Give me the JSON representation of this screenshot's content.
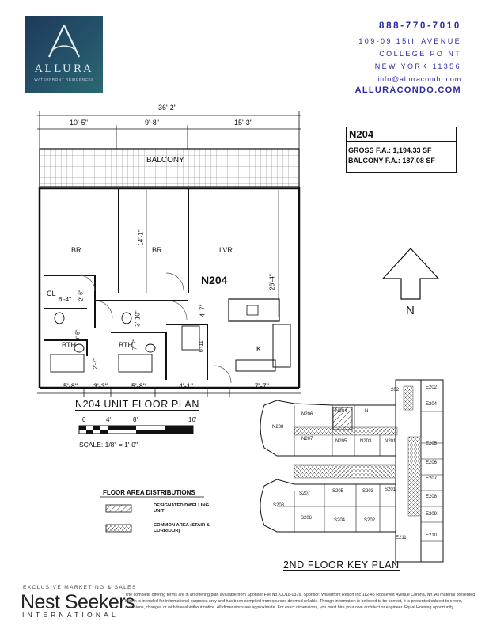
{
  "brand": {
    "name": "ALLURA",
    "tagline": "WATERFRONT RESIDENCES"
  },
  "contact": {
    "phone": "888-770-7010",
    "address_line1": "109-09 15th AVENUE",
    "address_line2": "COLLEGE POINT",
    "address_line3": "NEW YORK 11356",
    "email": "info@alluracondo.com",
    "website": "ALLURACONDO.COM"
  },
  "unit_info": {
    "unit": "N204",
    "gross": "GROSS F.A.: 1,194.33 SF",
    "balcony": "BALCONY F.A.: 187.08 SF"
  },
  "plan": {
    "overall_dim": "36'-2\"",
    "top_dims": [
      "10'-5\"",
      "9'-8\"",
      "15'-3\""
    ],
    "bottom_dims": [
      "5'-8\"",
      "3'-3\"",
      "5'-8\"",
      "4'-1\"",
      "7'-7\""
    ],
    "balcony_label": "BALCONY",
    "rooms": [
      "BR",
      "BR",
      "LVR",
      "CL",
      "BTH",
      "BTH",
      "K"
    ],
    "unit_label": "N204",
    "inner_dims": [
      "14'-1\"",
      "26'-4\"",
      "6'-4\"",
      "2'-6\"",
      "9'-5\"",
      "3'-10\"",
      "4'-7\"",
      "7'-7\"",
      "6'-11\"",
      "2'-7\""
    ],
    "north": "N"
  },
  "titles": {
    "unit_plan": "N204  UNIT FLOOR PLAN",
    "key_plan": "2ND FLOOR KEY PLAN",
    "scale": "SCALE: 1/8\" = 1'-0\"",
    "scale_ticks": [
      "0",
      "4'",
      "8'",
      "16'"
    ]
  },
  "legend": {
    "title": "FLOOR AREA DISTRIBUTIONS",
    "designated": "DESIGNATED DWELLING UNIT",
    "common": "COMMON AREA (STAIR & CORRIDOR)"
  },
  "key_plan_units": [
    "N206",
    "N204",
    "N208",
    "N207",
    "N205",
    "N203",
    "N201",
    "202",
    "E202",
    "E204",
    "E205",
    "E206",
    "E207",
    "E208",
    "E209",
    "E210",
    "E211",
    "S207",
    "S205",
    "S203",
    "S201",
    "S208",
    "S206",
    "S204",
    "S202",
    "N"
  ],
  "footer": {
    "exclusive": "EXCLUSIVE MARKETING & SALES",
    "company": "Nest Seekers",
    "company_sub": "INTERNATIONAL",
    "disclaimer": "The complete offering terms are in an offering plan available from Sponsor File No. CD18-0376. Sponsor: Waterfront Resort Inc 112-45 Roosevelt Avenue Corona, NY. All material presented herein is intended for informational purposes only and has been compiled from sources deemed reliable. Though information is believed to be correct, it is presented subject to errors, omissions, changes or withdrawal without notice. All dimensions are approximate. For exact dimensions, you must hire your own architect or engineer. Equal Housing opportunity."
  }
}
